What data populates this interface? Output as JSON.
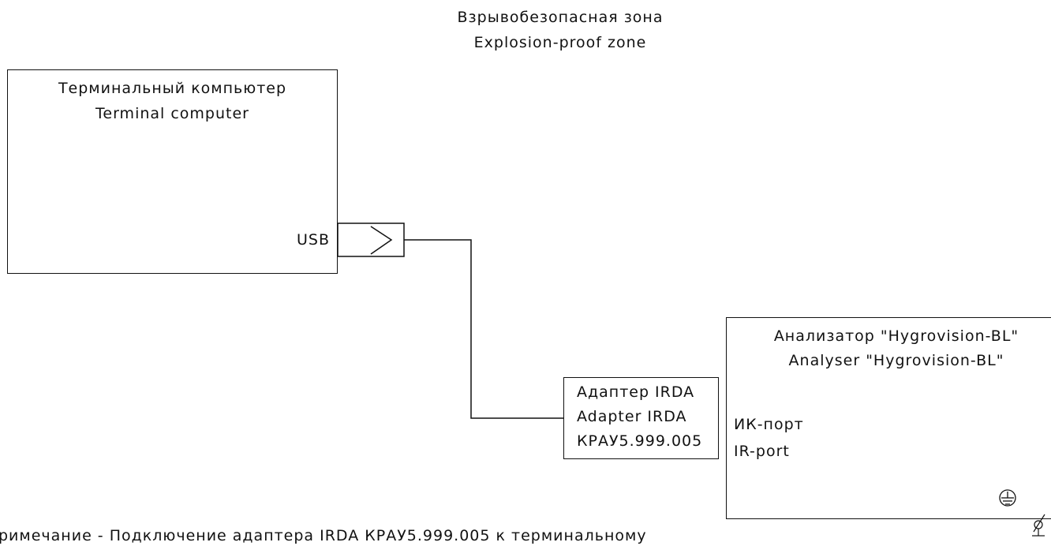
{
  "zone": {
    "label_ru": "Взрывобезопасная зона",
    "label_en": "Explosion-proof zone"
  },
  "terminal": {
    "title_ru": "Терминальный компьютер",
    "title_en": "Terminal computer",
    "port_label": "USB"
  },
  "adapter": {
    "line1": "Адаптер IRDA",
    "line2": "Adapter IRDA",
    "line3": "КРАУ5.999.005"
  },
  "analyser": {
    "title_ru": "Анализатор \"Hygrovision-BL\"",
    "title_en": "Analyser \"Hygrovision-BL\"",
    "port_ru": "ИК-порт",
    "port_en": "IR-port",
    "ground_icon": "ground-symbol",
    "antenna_icon": "antenna-symbol"
  },
  "note": {
    "text": "римечание - Подключение адаптера IRDA КРАУ5.999.005 к терминальному"
  }
}
